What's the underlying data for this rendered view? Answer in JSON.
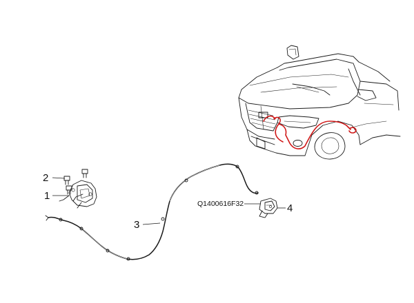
{
  "callouts": [
    {
      "id": "1",
      "label": "1"
    },
    {
      "id": "2",
      "label": "2"
    },
    {
      "id": "3",
      "label": "3"
    },
    {
      "id": "4",
      "label": "4"
    }
  ],
  "part_number": "Q1400616F32",
  "colors": {
    "line": "#1a1a1a",
    "routing_highlight": "#d01818",
    "background": "#ffffff"
  }
}
